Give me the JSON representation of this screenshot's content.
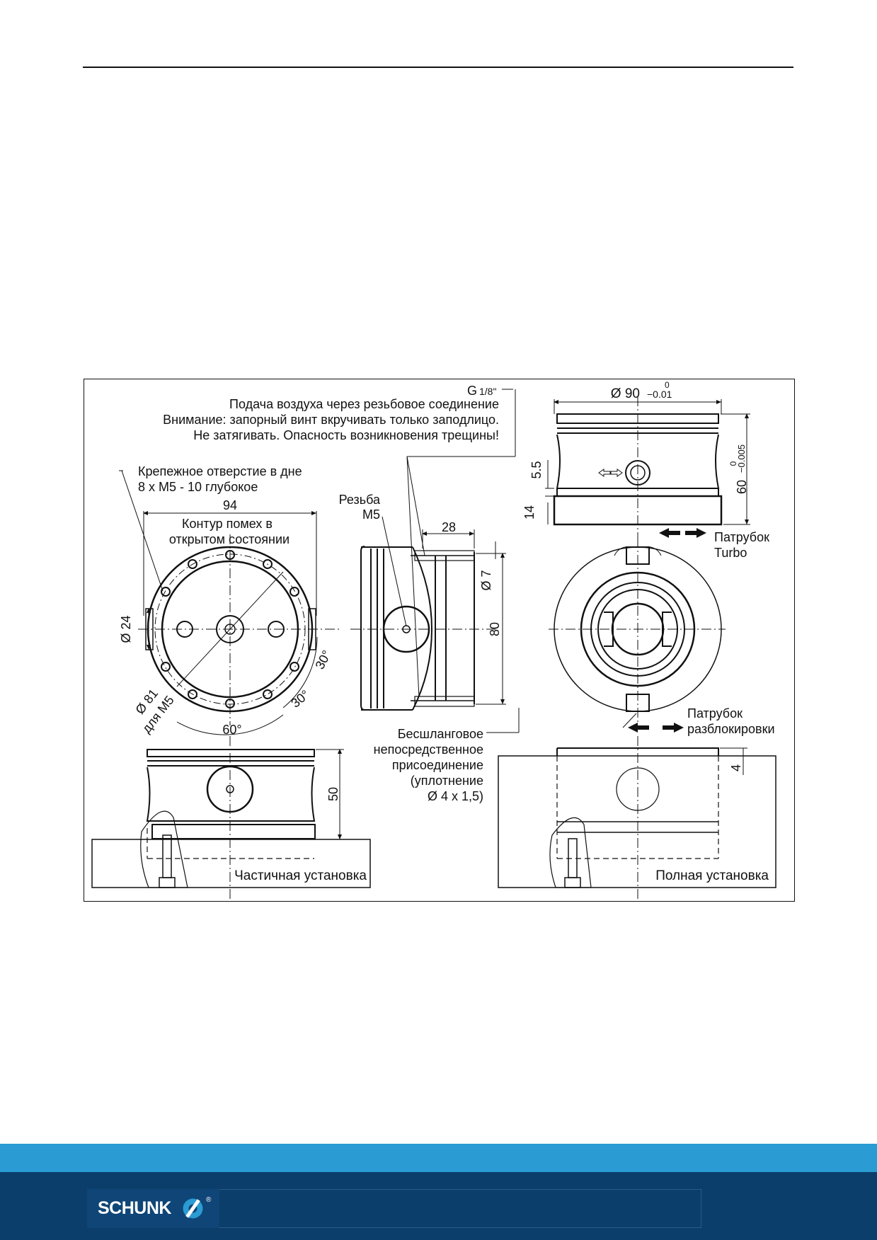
{
  "drawing": {
    "air_supply_thread": "G",
    "air_supply_fraction": "1/8\"",
    "note_line1": "Подача воздуха через резьбовое соединение",
    "note_line2": "Внимание: запорный винт вкручивать только заподлицо.",
    "note_line3": "Не затягивать. Опасность возникновения трещины!",
    "mount_hole_line1": "Крепежное отверстие в дне",
    "mount_hole_line2": "8 x M5 - 10 глубокое",
    "dim_94": "94",
    "contour_line1": "Контур помех в",
    "contour_line2": "открытом состоянии",
    "thread_label": "Резьба",
    "thread_size": "M5",
    "dim_28": "28",
    "dim_d7": "Ø 7",
    "dim_80": "80",
    "dim_d24": "Ø 24",
    "dim_d81": "Ø 81",
    "for_m5": "для M5",
    "angle_30a": "30°",
    "angle_30b": "30°",
    "angle_60": "60°",
    "dim_d90": "Ø 90",
    "tol_d90_upper": "0",
    "tol_d90_lower": "−0.01",
    "dim_60": "60",
    "tol_60_upper": "0",
    "tol_60_lower": "−0.005",
    "dim_5_5": "5.5",
    "dim_14": "14",
    "turbo_line1": "Патрубок",
    "turbo_line2": "Turbo",
    "unlock_line1": "Патрубок",
    "unlock_line2": "разблокировки",
    "hoseless_line1": "Бесшланговое",
    "hoseless_line2": "непосредственное",
    "hoseless_line3": "присоединение",
    "hoseless_line4": "(уплотнение",
    "hoseless_line5": "Ø 4 x 1,5)",
    "dim_50": "50",
    "dim_4": "4",
    "partial_install": "Частичная установка",
    "full_install": "Полная установка"
  },
  "footer": {
    "brand": "SCHUNK",
    "reg_mark": "®",
    "colors": {
      "light_band": "#2a9bd3",
      "dark_band": "#0b3e6b"
    }
  }
}
